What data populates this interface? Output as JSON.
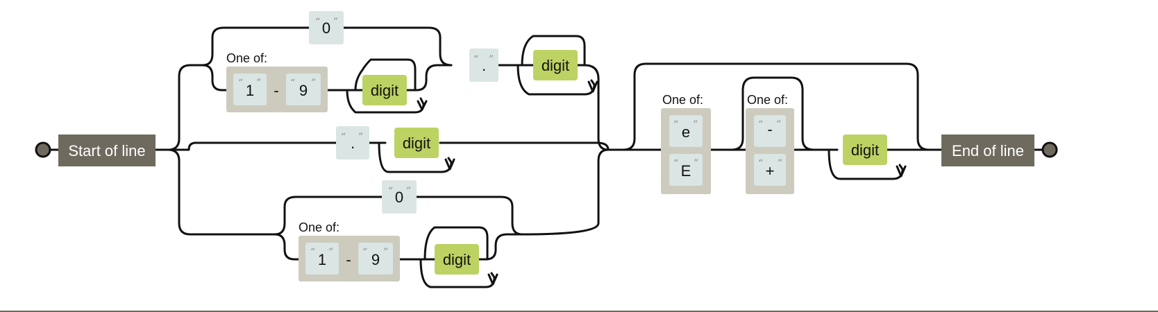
{
  "anchors": {
    "start": "Start of line",
    "end": "End of line"
  },
  "group_label": "One of:",
  "literals": {
    "zero": "0",
    "one": "1",
    "nine": "9",
    "dot": ".",
    "e_lower": "e",
    "e_upper": "E",
    "minus": "-",
    "plus": "+"
  },
  "range_separator": "-",
  "character_class": "digit",
  "quote_open": "“",
  "quote_close": "”",
  "colors": {
    "anchor": "#6f6a5e",
    "literal": "#dae5e4",
    "group": "#cdcbbd",
    "character_class": "#bcd263",
    "wire": "#111111"
  }
}
